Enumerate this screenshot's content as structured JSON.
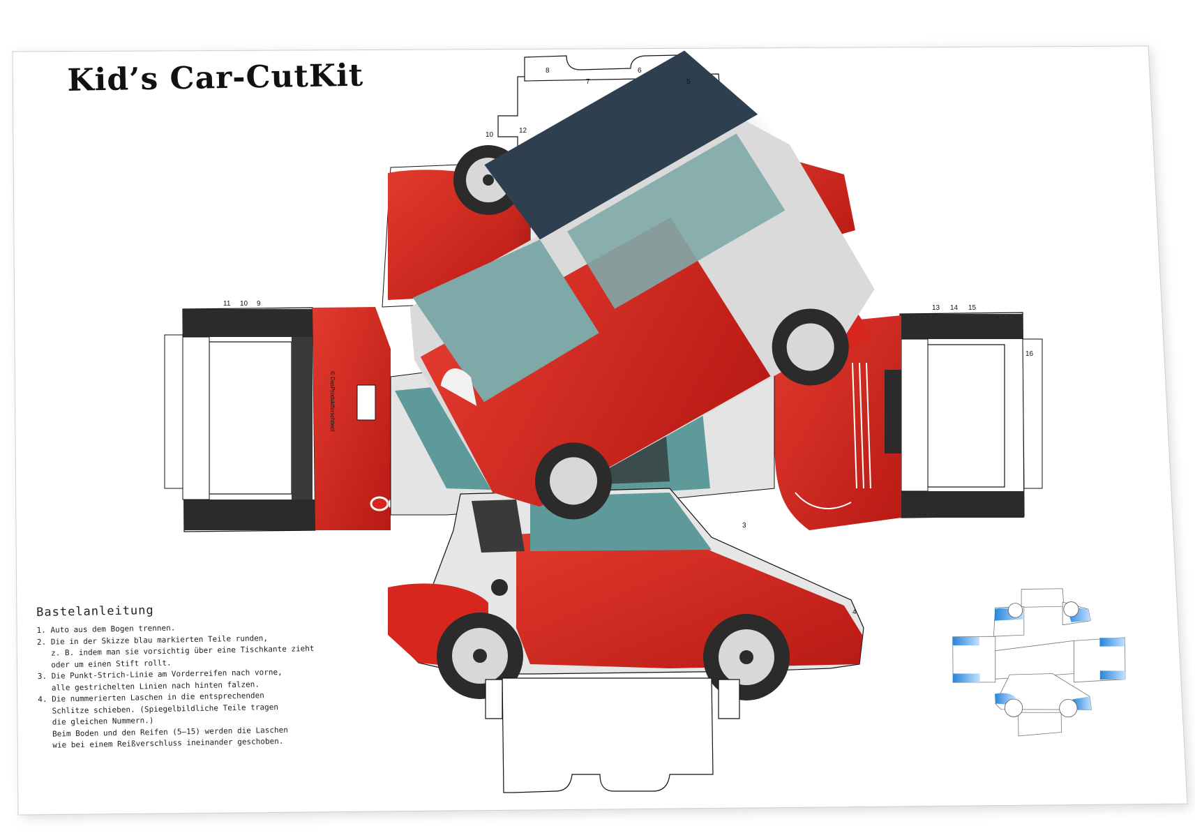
{
  "title": "Kid’s Car-CutKit",
  "instructions": {
    "heading": "Bastelanleitung",
    "steps": [
      "1. Auto aus dem Bogen trennen.",
      "2. Die in der Skizze blau markierten Teile runden,\n   z. B. indem man sie vorsichtig über eine Tischkante zieht\n   oder um einen Stift rollt.",
      "3. Die Punkt-Strich-Linie am Vorderreifen nach vorne,\n   alle gestrichelten Linien nach hinten falzen.",
      "4. Die nummerierten Laschen in die entsprechenden\n   Schlitze schieben. (Spiegelbildliche Teile tragen\n   die gleichen Nummern.)\n   Beim Boden und den Reifen (5–15) werden die Laschen\n   wie bei einem Reißverschluss ineinander geschoben."
    ]
  },
  "watermark": "© DasProduktforschitect",
  "tab_labels": [
    "8",
    "6",
    "5",
    "7",
    "10",
    "12",
    "11",
    "10",
    "9",
    "13",
    "14",
    "15",
    "16",
    "3",
    "4"
  ],
  "colors": {
    "body_red": "#d7261e",
    "body_white": "#e6e6e6",
    "window_teal": "#7fa8a8",
    "roof_navy": "#2a3a4a",
    "frame_dark": "#2b2b2b",
    "sketch_blue": "#3c8fdc"
  }
}
